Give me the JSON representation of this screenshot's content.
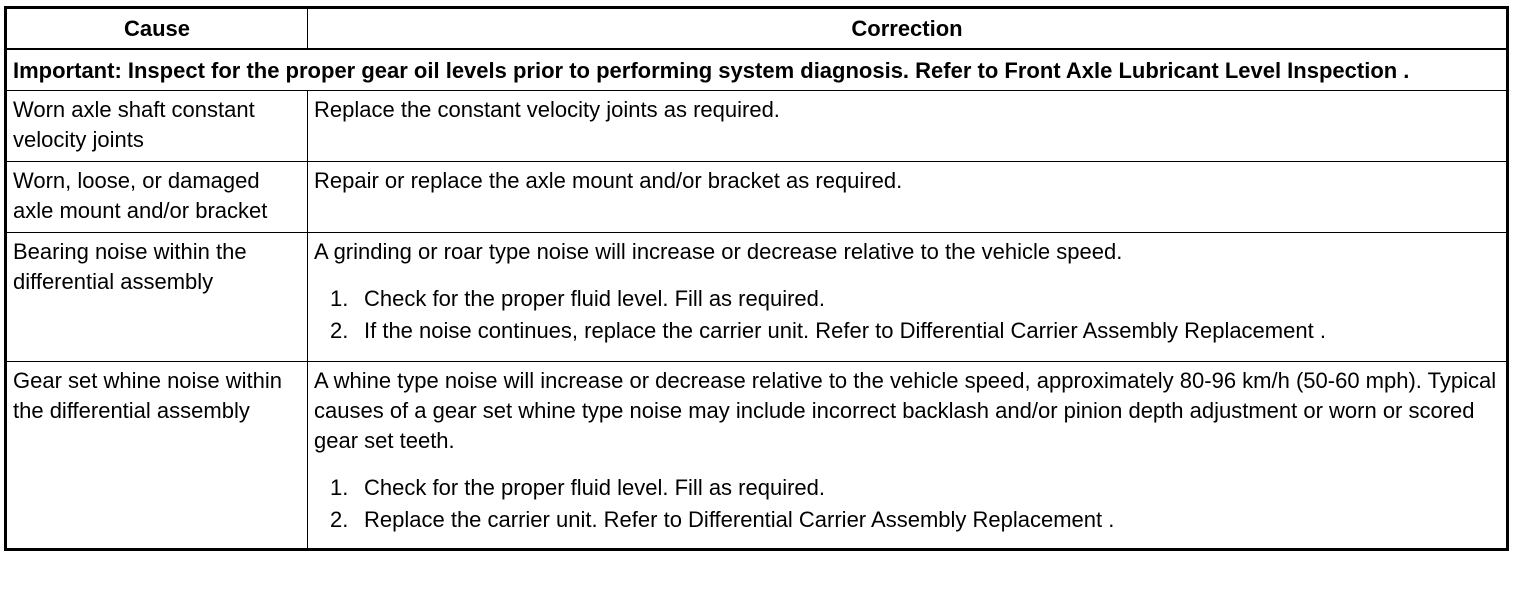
{
  "table": {
    "headers": {
      "cause": "Cause",
      "correction": "Correction"
    },
    "important_note": "Important: Inspect for the proper gear oil levels prior to performing system diagnosis. Refer to Front Axle Lubricant Level Inspection .",
    "rows": [
      {
        "cause": "Worn axle shaft constant velocity joints",
        "correction": "Replace the constant velocity joints as required.",
        "steps": []
      },
      {
        "cause": "Worn, loose, or damaged axle mount and/or bracket",
        "correction": "Repair or replace the axle mount and/or bracket as required.",
        "steps": []
      },
      {
        "cause": "Bearing noise within the differential assembly",
        "correction": "A grinding or roar type noise will increase or decrease relative to the vehicle speed.",
        "steps": [
          {
            "num": "1.",
            "text": "Check for the proper fluid level. Fill as required."
          },
          {
            "num": "2.",
            "text": "If the noise continues, replace the carrier unit. Refer to Differential Carrier Assembly Replacement ."
          }
        ]
      },
      {
        "cause": "Gear set whine noise within the differential assembly",
        "correction": "A whine type noise will increase or decrease relative to the vehicle speed, approximately 80-96 km/h (50-60 mph). Typical causes of a gear set whine type noise may include incorrect backlash and/or pinion depth adjustment or worn or scored gear set teeth.",
        "steps": [
          {
            "num": "1.",
            "text": "Check for the proper fluid level. Fill as required."
          },
          {
            "num": "2.",
            "text": "Replace the carrier unit. Refer to Differential Carrier Assembly Replacement ."
          }
        ]
      }
    ]
  }
}
